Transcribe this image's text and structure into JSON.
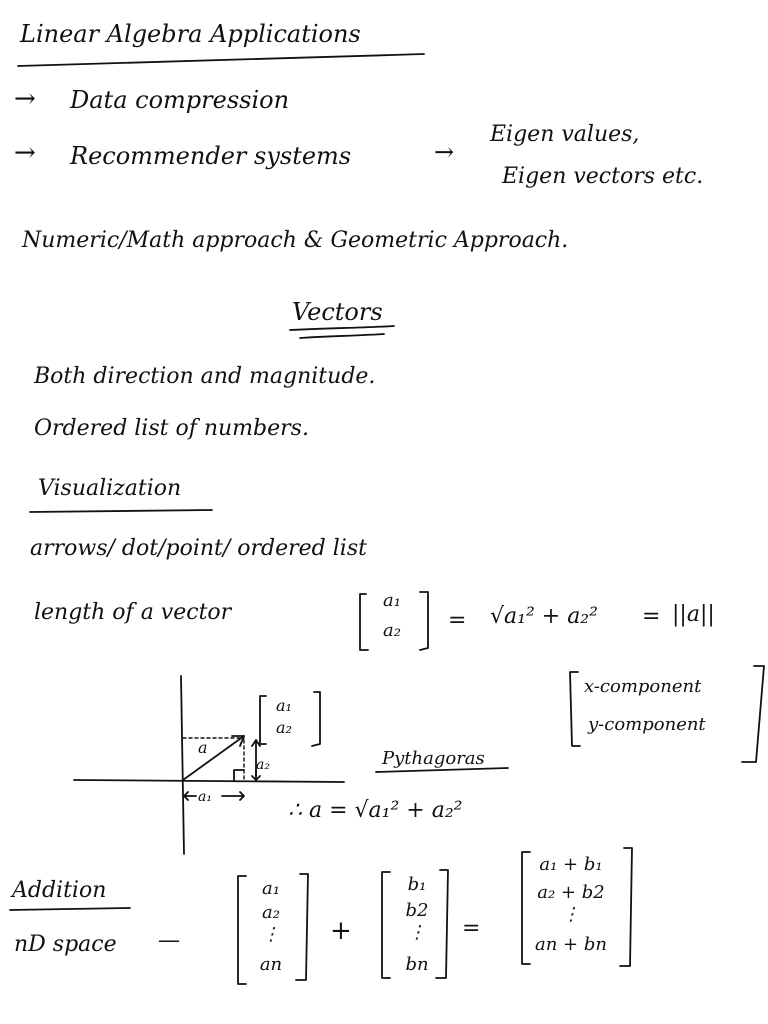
{
  "title": "Linear Algebra Applications",
  "applications": [
    {
      "arrow": "→",
      "text": "Data compression"
    },
    {
      "arrow": "→",
      "text": "Recommender systems"
    }
  ],
  "implies_arrow": "→",
  "eigen": [
    "Eigen values,",
    "Eigen vectors etc."
  ],
  "approach_line": "Numeric/Math approach & Geometric Approach.",
  "vectors_heading": "Vectors",
  "vector_props": [
    "Both direction and magnitude.",
    "Ordered list of numbers."
  ],
  "visualization_heading": "Visualization",
  "viz_forms": "arrows/ dot/point/ ordered list",
  "length": {
    "label": "length of a vector",
    "vec": [
      "a₁",
      "a₂"
    ],
    "equals": "=",
    "root": "√a₁² + a₂²",
    "equals2": "=",
    "norm": "||a||"
  },
  "components": [
    "x-component",
    "y-component"
  ],
  "diagram": {
    "vec": [
      "a₁",
      "a₂"
    ],
    "a_label": "a",
    "a2_label": "a₂",
    "a1_label": "a₁",
    "pythagoras": "Pythagoras",
    "result": "∴ a = √a₁² + a₂²"
  },
  "addition": {
    "heading": "Addition",
    "space_label": "nD space",
    "dash": "—",
    "vec_a": [
      "a₁",
      "a₂",
      "⋮",
      "an"
    ],
    "plus": "+",
    "vec_b": [
      "b₁",
      "b2",
      "⋮",
      "bn"
    ],
    "equals": "=",
    "vec_sum": [
      "a₁ + b₁",
      "a₂ + b2",
      "⋮",
      "an + bn"
    ]
  }
}
